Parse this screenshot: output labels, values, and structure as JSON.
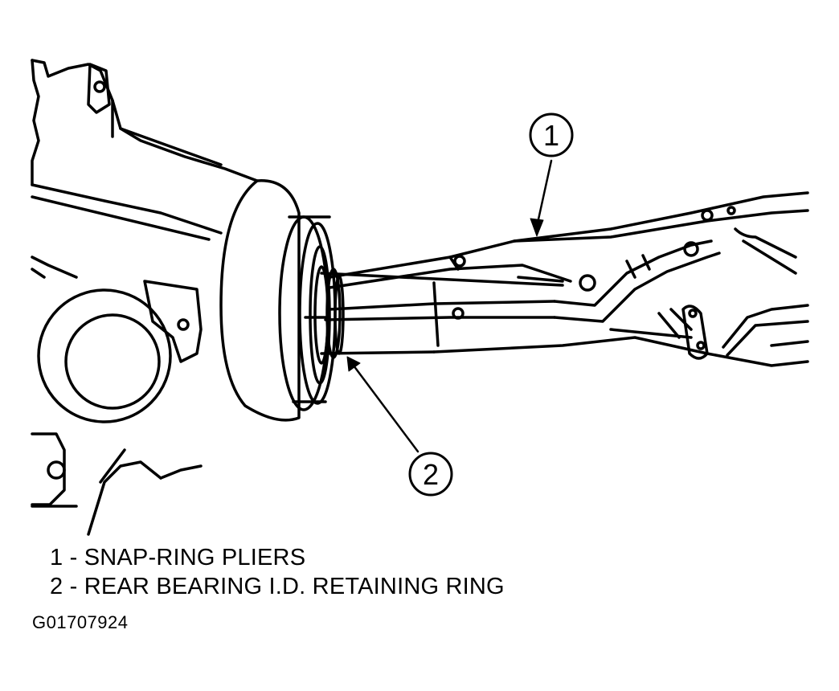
{
  "callouts": [
    {
      "number": "1"
    },
    {
      "number": "2"
    }
  ],
  "legend": [
    {
      "text": "1 - SNAP-RING PLIERS"
    },
    {
      "text": "2 - REAR BEARING I.D. RETAINING RING"
    }
  ],
  "figure_id": "G01707924",
  "colors": {
    "ink": "#000000",
    "paper": "#ffffff"
  }
}
